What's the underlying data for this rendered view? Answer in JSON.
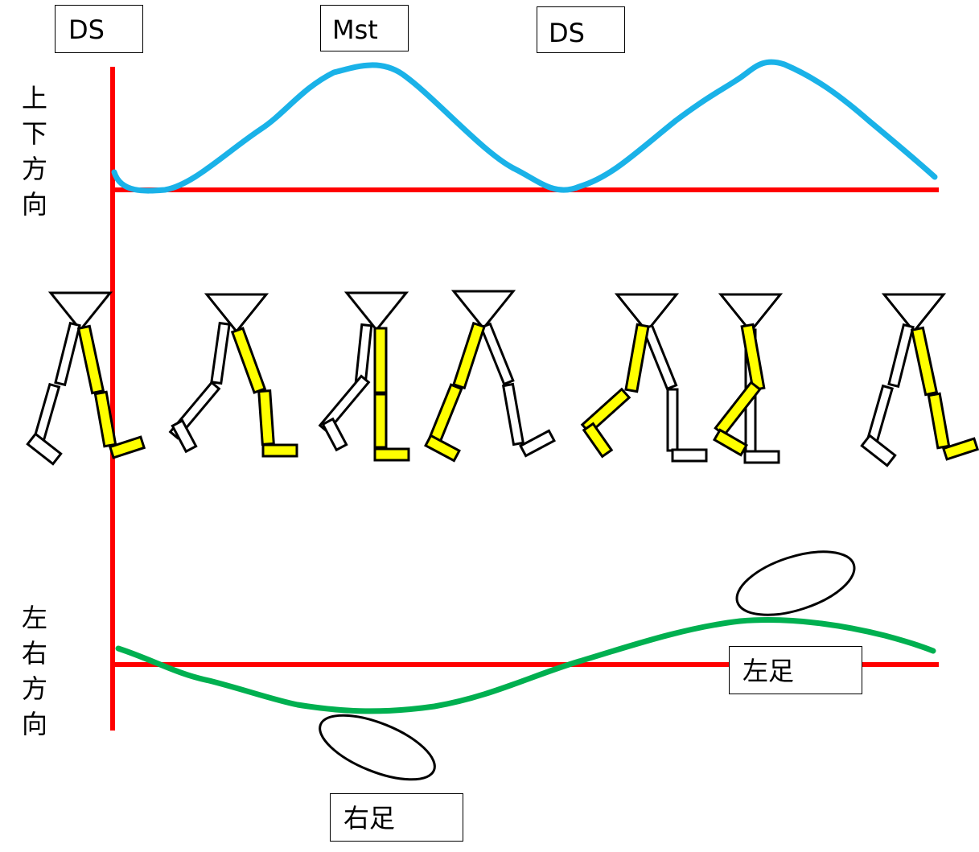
{
  "phase_labels": {
    "ds_left": "DS",
    "mst": "Mst",
    "ds_right": "DS"
  },
  "axis_labels": {
    "vertical_direction": [
      "上",
      "下",
      "方",
      "向"
    ],
    "lateral_direction": [
      "左",
      "右",
      "方",
      "向"
    ]
  },
  "foot_labels": {
    "left_foot": "左足",
    "right_foot": "右足"
  },
  "colors": {
    "axis": "#ff0000",
    "vertical_curve": "#1ab2e8",
    "lateral_curve": "#00b050",
    "highlight_leg": "#ffff00",
    "outline": "#000000"
  }
}
